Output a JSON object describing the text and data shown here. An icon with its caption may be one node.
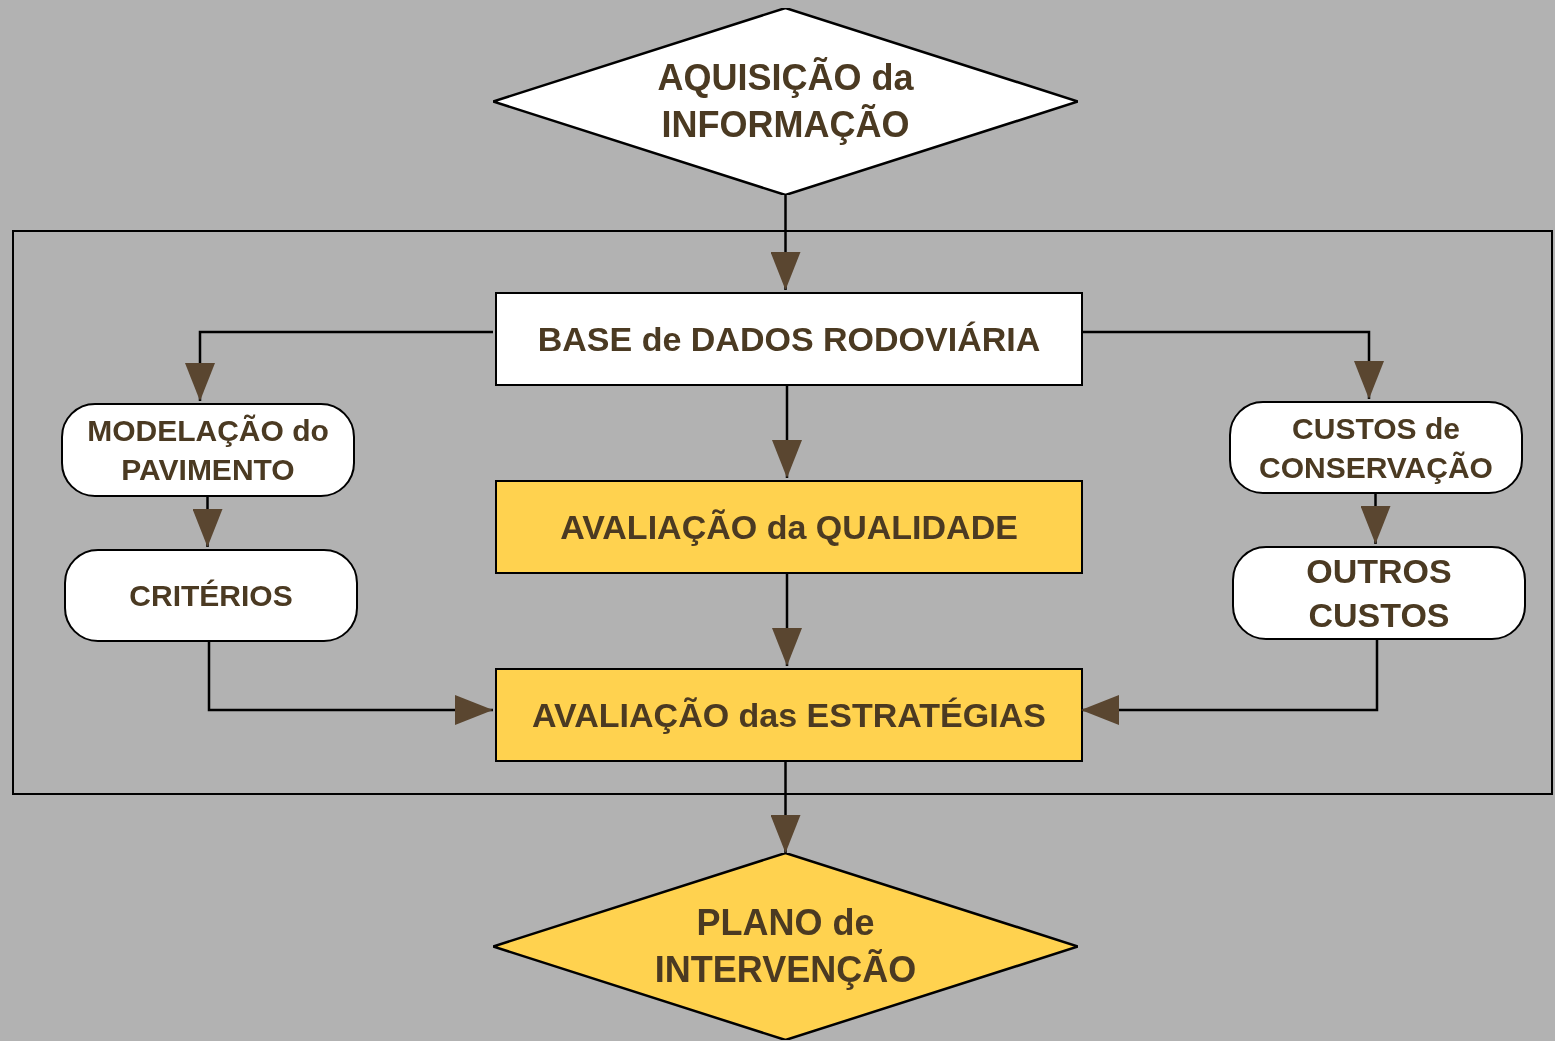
{
  "diagram": {
    "nodes": [
      {
        "text": [
          "AQUISIÇÃO da INFORMAÇÃO"
        ]
      },
      {
        "text": [],
        "shape": "box"
      },
      {
        "text": [
          "BASE de DADOS RODOVIÁRIA"
        ],
        "in": 1
      },
      {
        "text": [
          "MODELAÇÃO do PAVIMENTO"
        ],
        "in": 1
      },
      {
        "text": [
          "CRITÉRIOS"
        ],
        "in": 1
      },
      {
        "text": [
          "AVALIAÇÃO da QUALIDADE"
        ],
        "in": 1
      },
      {
        "text": [
          "CUSTOS de CONSERVAÇÃO"
        ],
        "in": 1
      },
      {
        "text": [
          "OUTROS CUSTOS"
        ],
        "in": 1
      },
      {
        "text": [
          "AVALIAÇÃO das ESTRATÉGIAS"
        ],
        "in": 1
      },
      {
        "text": [
          "PLANO de INTERVENÇÃO"
        ]
      }
    ],
    "edges": [
      {
        "from": 0,
        "to": 2,
        "arrow": "to"
      },
      {
        "from": 2,
        "to": 3,
        "arrow": "to"
      },
      {
        "from": 2,
        "to": 6,
        "arrow": "to"
      },
      {
        "from": 2,
        "to": 5,
        "arrow": "to"
      },
      {
        "from": 3,
        "to": 4,
        "arrow": "to"
      },
      {
        "from": 6,
        "to": 7,
        "arrow": "to"
      },
      {
        "from": 5,
        "to": 8,
        "arrow": "to"
      },
      {
        "from": 4,
        "to": 8,
        "arrow": "to"
      },
      {
        "from": 7,
        "to": 8,
        "arrow": "to"
      },
      {
        "from": 8,
        "to": 9,
        "arrow": "to"
      }
    ]
  }
}
